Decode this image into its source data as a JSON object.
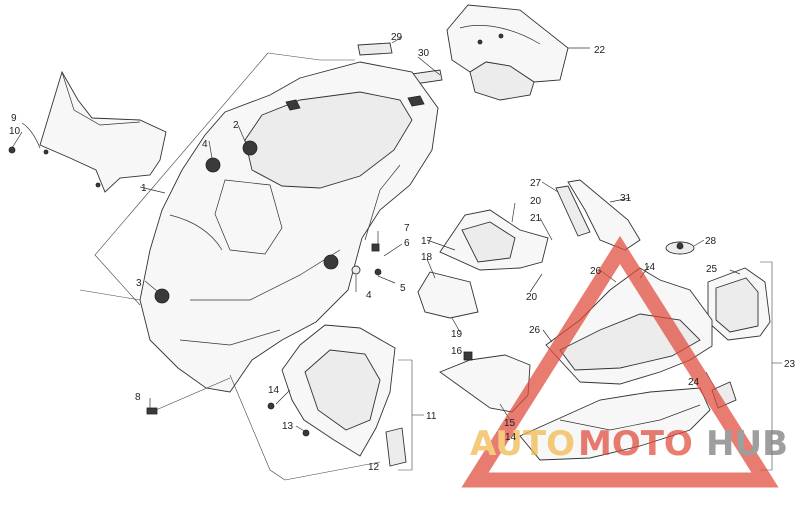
{
  "callouts": [
    "1",
    "2",
    "3",
    "4",
    "4",
    "5",
    "6",
    "7",
    "8",
    "9",
    "10",
    "11",
    "12",
    "13",
    "14",
    "14",
    "14",
    "15",
    "16",
    "17",
    "18",
    "19",
    "20",
    "20",
    "21",
    "22",
    "23",
    "24",
    "25",
    "26",
    "26",
    "27",
    "28",
    "29",
    "30",
    "31"
  ],
  "watermark": {
    "part1": "AUTO",
    "part2": "MOTO",
    "part3": "HUB",
    "colors": {
      "red": "#e04a3a",
      "gold": "#f0b84a",
      "gray": "#7a7a7a"
    }
  }
}
